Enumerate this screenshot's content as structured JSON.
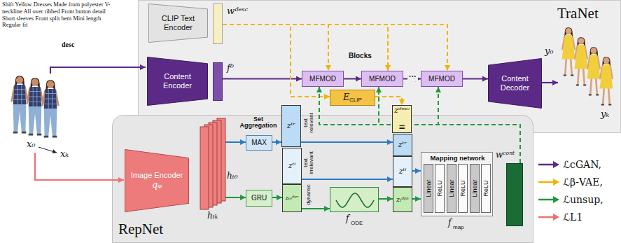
{
  "diagram": {
    "nodes": [
      {
        "text": [
          "TraNet"
        ]
      },
      {
        "text": [
          "CLIP Text Encoder"
        ],
        "in": 0
      },
      {
        "text": [
          "wᵈᵉˢᶜ"
        ],
        "in": 0
      },
      {
        "text": [
          "Content Encoder"
        ],
        "in": 0
      },
      {
        "text": [
          "f⁰"
        ],
        "in": 0
      },
      {
        "text": [
          "MFMOD"
        ],
        "in": 0
      },
      {
        "text": [
          "MFMOD"
        ],
        "in": 0
      },
      {
        "text": [
          "MFMOD"
        ],
        "in": 0
      },
      {
        "text": [
          "Content Decoder"
        ],
        "in": 0
      },
      {
        "text": [
          "RepNet"
        ]
      },
      {
        "text": [
          "Image Encoder",
          "qᵩ"
        ],
        "in": 9
      },
      {
        "text": [
          "hₜ₀",
          "hₜₖ"
        ],
        "in": 9
      },
      {
        "text": [
          "MAX"
        ],
        "in": 9
      },
      {
        "text": [
          "GRU"
        ],
        "in": 9
      },
      {
        "text": [
          "zᵗʳ"
        ]
      },
      {
        "text": [
          "zᵗⁱ"
        ],
        "in": 9
      },
      {
        "text": [
          "zₜ₀ᵈʸⁿ"
        ],
        "in": 9
      },
      {
        "text": [
          "E",
          "CLIP"
        ],
        "in": 0
      },
      {
        "text": [
          "f",
          "ODE"
        ],
        "in": 9
      },
      {
        "text": [
          "zᵈᵉˢᶜ"
        ]
      },
      {
        "text": [
          "zᵗʳ"
        ],
        "in": 9
      },
      {
        "text": [
          "zᵗⁱ"
        ],
        "in": 9
      },
      {
        "text": [
          "zₜᵈʸⁿ"
        ],
        "in": 9
      },
      {
        "text": [
          "Mapping network",
          "f",
          "map"
        ],
        "in": 9
      },
      {
        "text": [
          "Linear"
        ],
        "in": 23
      },
      {
        "text": [
          "ReLU"
        ],
        "in": 23
      },
      {
        "text": [
          "Linear"
        ],
        "in": 23
      },
      {
        "text": [
          "ReLU"
        ],
        "in": 23
      },
      {
        "text": [
          "Linear"
        ],
        "in": 23
      },
      {
        "text": [
          "ReLU"
        ],
        "in": 23
      },
      {
        "text": [
          "wᶜᵒⁿᵗ"
        ],
        "in": 9
      }
    ],
    "edges": [
      {
        "from": 4,
        "to": 5,
        "arrow": "to"
      },
      {
        "from": 5,
        "to": 6,
        "arrow": "to"
      },
      {
        "from": 6,
        "to": 7,
        "arrow": "to"
      },
      {
        "from": 7,
        "to": 8,
        "arrow": "to"
      },
      {
        "from": 2,
        "to": 5,
        "arrow": "to"
      },
      {
        "from": 2,
        "to": 6,
        "arrow": "to"
      },
      {
        "from": 2,
        "to": 7,
        "arrow": "to"
      },
      {
        "from": 2,
        "to": 17,
        "arrow": "to"
      },
      {
        "from": 17,
        "to": 19,
        "arrow": "to"
      },
      {
        "from": 30,
        "to": 5,
        "arrow": "to"
      },
      {
        "from": 30,
        "to": 6,
        "arrow": "to"
      },
      {
        "from": 30,
        "to": 7,
        "arrow": "to"
      },
      {
        "from": 11,
        "to": 12,
        "arrow": "to"
      },
      {
        "from": 11,
        "to": 13,
        "arrow": "to"
      },
      {
        "from": 12,
        "to": 14,
        "arrow": "to"
      },
      {
        "from": 13,
        "to": 16,
        "arrow": "to"
      },
      {
        "from": 14,
        "to": 20,
        "arrow": "to"
      },
      {
        "from": 15,
        "to": 21,
        "arrow": "to"
      },
      {
        "from": 16,
        "to": 18,
        "arrow": "to"
      },
      {
        "from": 18,
        "to": 22,
        "arrow": "to"
      },
      {
        "from": 21,
        "to": 23,
        "arrow": "to"
      },
      {
        "from": 22,
        "to": 23,
        "arrow": "to"
      }
    ],
    "labels": [
      "Shift Yellow Dresses Made from polyester V-neckline All over ribbed Front button detail Short sleeves Front split hem Mini length Regular fit",
      "desc",
      "Blocks",
      "···",
      "Set Aggregation",
      "text relevant",
      "text irrelevant",
      "dynamic",
      "≡",
      "x₀",
      "xₖ",
      "y₀",
      "yₖ"
    ],
    "legend": [
      {
        "text": "ℒcGAN,"
      },
      {
        "text": "ℒβ-VAE,"
      },
      {
        "text": "ℒunsup,"
      },
      {
        "text": "ℒL1"
      }
    ]
  }
}
